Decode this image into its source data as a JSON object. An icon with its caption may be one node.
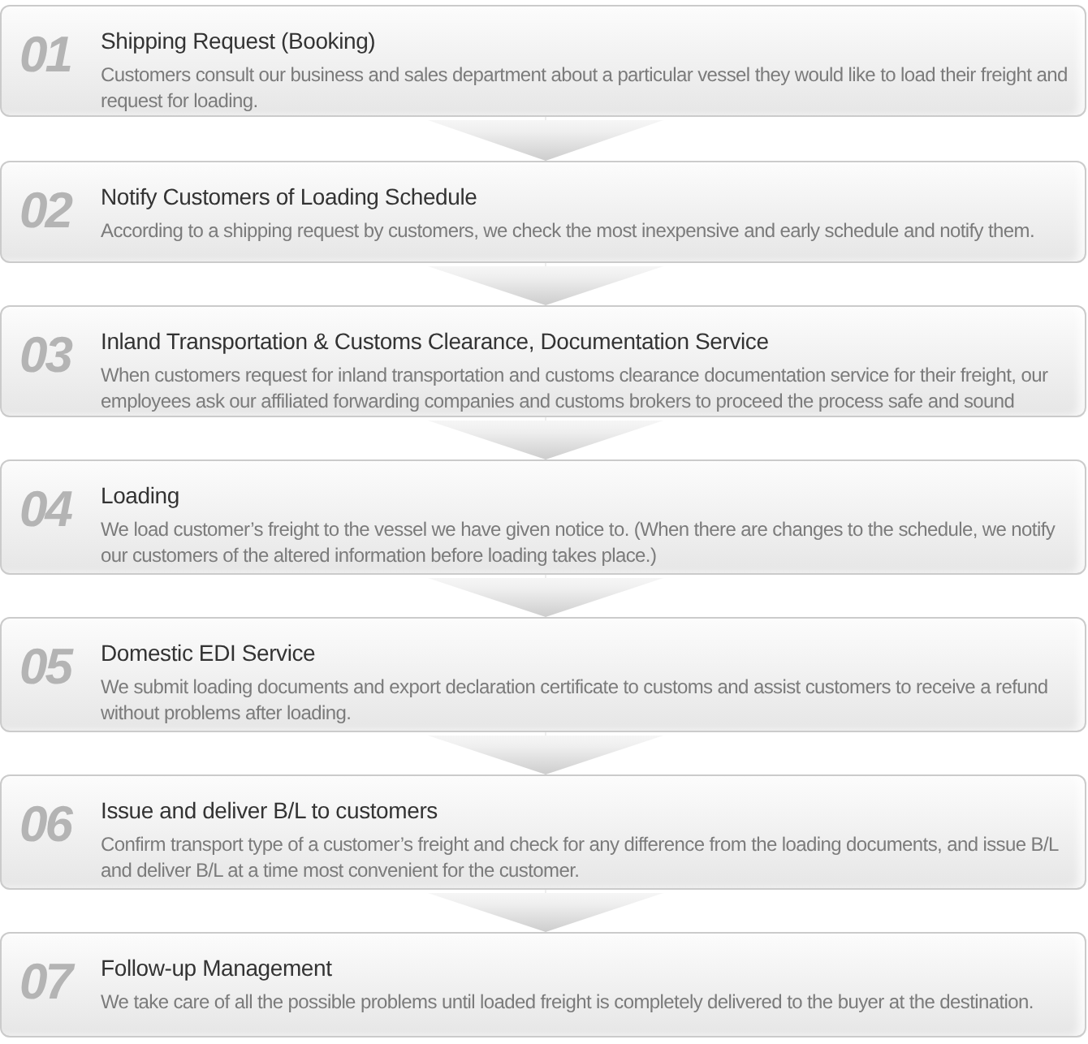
{
  "diagram": {
    "nodes": [
      {
        "text": [
          "01",
          "Shipping Request (Booking)",
          "Customers consult our business and sales department about a particular vessel they would like to load their freight and request for loading."
        ]
      },
      {
        "text": [
          "02",
          "Notify Customers of Loading Schedule",
          "According to a shipping request by customers, we check the most inexpensive and early schedule and notify them."
        ]
      },
      {
        "text": [
          "03",
          "Inland Transportation & Customs Clearance, Documentation Service",
          "When customers request for inland transportation and customs clearance documentation service for their freight, our employees ask our affiliated forwarding companies and customs brokers to proceed the process safe and sound"
        ]
      },
      {
        "text": [
          "04",
          "Loading",
          "We load customer’s freight to the vessel we have given notice to. (When there are changes to the schedule, we notify our customers of the altered information before loading takes place.)"
        ]
      },
      {
        "text": [
          "05",
          "Domestic EDI Service",
          "We submit loading documents and export declaration certificate to customs and assist customers to receive a refund without problems after loading."
        ]
      },
      {
        "text": [
          "06",
          "Issue and deliver B/L to customers",
          "Confirm transport type of a customer’s freight and check for any difference from the loading documents, and issue B/L and deliver B/L at a time most convenient for the customer."
        ]
      },
      {
        "text": [
          "07",
          "Follow-up Management",
          "We take care of all the possible problems until loaded freight is completely delivered to the buyer at the destination."
        ]
      }
    ],
    "edges": [
      {
        "from": 0,
        "to": 1,
        "arrow": "to"
      },
      {
        "from": 1,
        "to": 2,
        "arrow": "to"
      },
      {
        "from": 2,
        "to": 3,
        "arrow": "to"
      },
      {
        "from": 3,
        "to": 4,
        "arrow": "to"
      },
      {
        "from": 4,
        "to": 5,
        "arrow": "to"
      },
      {
        "from": 5,
        "to": 6,
        "arrow": "to"
      }
    ]
  }
}
